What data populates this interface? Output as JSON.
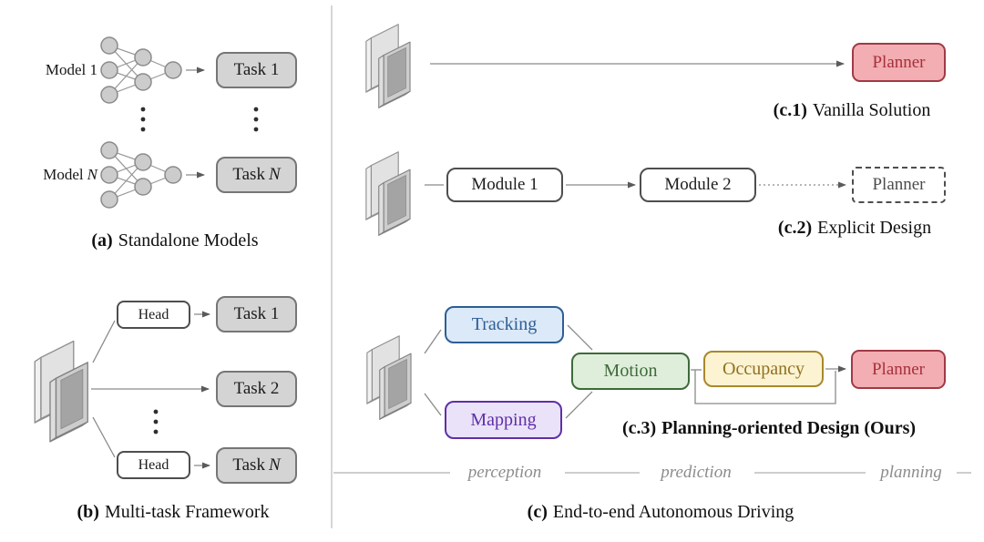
{
  "figure": {
    "panel_a": {
      "caption": {
        "label": "(a)",
        "text": "Standalone Models"
      },
      "model_1_label": "Model 1",
      "model_n": {
        "prefix": "Model",
        "var": "N"
      },
      "task_1": "Task 1",
      "task_n": {
        "prefix": "Task",
        "var": "N"
      }
    },
    "panel_b": {
      "caption": {
        "label": "(b)",
        "text": "Multi-task Framework"
      },
      "head_1": "Head",
      "head_2": "Head",
      "task_1": "Task 1",
      "task_2": "Task 2",
      "task_n": {
        "prefix": "Task",
        "var": "N"
      }
    },
    "panel_c": {
      "caption": {
        "label": "(c)",
        "text": "End-to-end Autonomous Driving"
      },
      "c1": {
        "planner": "Planner",
        "caption": {
          "label": "(c.1)",
          "text": "Vanilla Solution"
        }
      },
      "c2": {
        "module_1": "Module 1",
        "module_2": "Module 2",
        "planner": "Planner",
        "caption": {
          "label": "(c.2)",
          "text": "Explicit Design"
        }
      },
      "c3": {
        "tracking": "Tracking",
        "mapping": "Mapping",
        "motion": "Motion",
        "occupancy": "Occupancy",
        "planner": "Planner",
        "caption": {
          "label": "(c.3)",
          "text": "Planning-oriented Design (Ours)"
        }
      },
      "timeline": {
        "stage_1": "perception",
        "stage_2": "prediction",
        "stage_3": "planning"
      }
    },
    "icons": {
      "backbone": "backbone-feature-maps-icon",
      "neural_network": "neural-network-icon",
      "ellipsis": "vertical-ellipsis-dots"
    }
  },
  "colors": {
    "task_fill": "#d4d4d4",
    "task_border": "#767676",
    "box_border": "#4e4e4e",
    "planner_fill": "#f2aeb2",
    "planner_border": "#a03a45",
    "planner_text": "#a72f3a",
    "tracking_fill": "#dce9f8",
    "tracking_border": "#2e5e95",
    "mapping_fill": "#eae2f8",
    "mapping_border": "#5f2fa8",
    "motion_fill": "#dfeedb",
    "motion_border": "#3e6a3a",
    "occupancy_fill": "#fbf3d2",
    "occupancy_border": "#a8882b",
    "occupancy_text": "#8f7120",
    "line_color": "#8a8a8a",
    "muted_text": "#8c8c8c",
    "dark_text": "#1c1c1c"
  }
}
